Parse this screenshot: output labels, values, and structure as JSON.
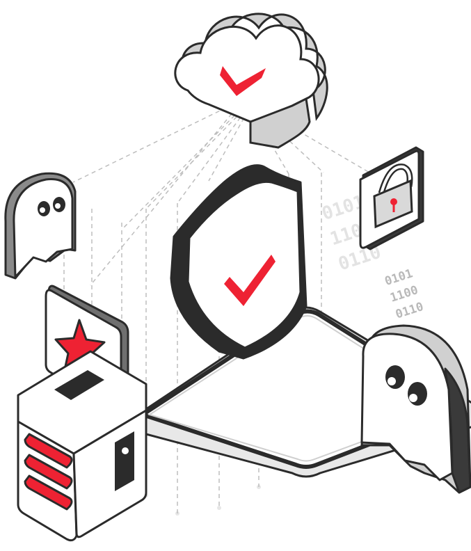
{
  "binary": {
    "front": [
      "0101",
      "1100",
      "0110"
    ],
    "back": [
      "0101",
      "1100",
      "0110"
    ]
  },
  "colors": {
    "accent_red": "#ee2233",
    "ink": "#2b2b2b",
    "dark": "#3a3a3a",
    "mid_gray": "#8a8a8a",
    "light_gray": "#cfcfcf",
    "pale_gray": "#eeeeee",
    "white": "#ffffff",
    "binary_text": "#b9b9b9",
    "binary_text_faded": "#e3e3e3"
  },
  "icons": {
    "cloud": "cloud-check-icon",
    "shield": "shield-check-icon",
    "lock": "padlock-icon",
    "star": "star-icon",
    "ghost_left": "ghost-icon",
    "ghost_right": "ghost-icon",
    "server": "server-icon",
    "device": "tablet-device-icon"
  }
}
